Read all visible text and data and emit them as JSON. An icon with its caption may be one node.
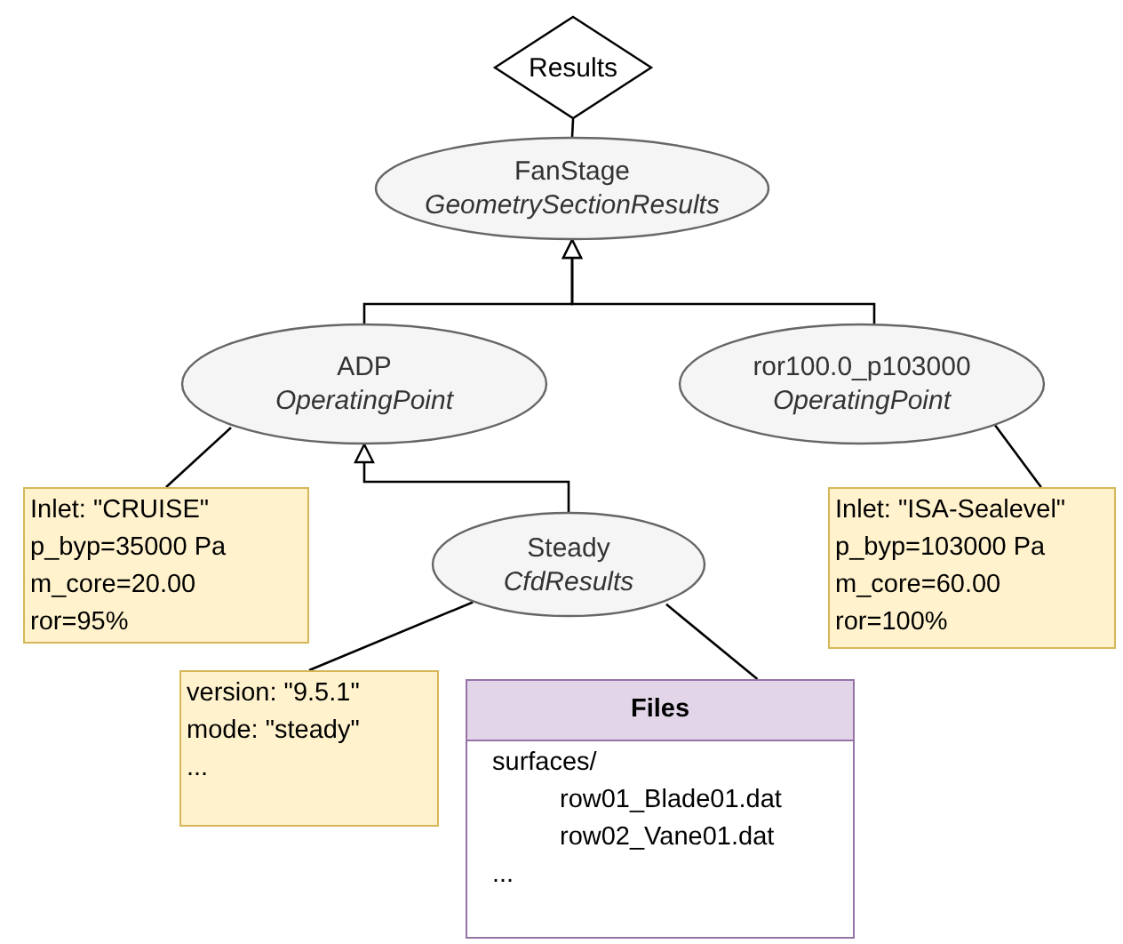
{
  "diagram": {
    "nodes": [
      {
        "text": [
          "Results"
        ]
      },
      {
        "text": [
          "FanStage",
          "GeometrySectionResults"
        ]
      },
      {
        "text": [
          "ADP",
          "OperatingPoint"
        ]
      },
      {
        "text": [
          "ror100.0_p103000",
          "OperatingPoint"
        ]
      },
      {
        "text": [
          "Inlet: \"CRUISE\"",
          "p_byp=35000 Pa",
          "m_core=20.00",
          "ror=95%"
        ]
      },
      {
        "text": [
          "Steady",
          "CfdResults"
        ]
      },
      {
        "text": [
          "Inlet: \"ISA-Sealevel\"",
          "p_byp=103000 Pa",
          "m_core=60.00",
          "ror=100%"
        ]
      },
      {
        "text": [
          "version: \"9.5.1\"",
          "mode: \"steady\"",
          "..."
        ]
      },
      {
        "text": [
          "Files",
          "surfaces/",
          "row01_Blade01.dat",
          "row02_Vane01.dat",
          "..."
        ]
      }
    ],
    "edges": [
      {
        "from": 0,
        "to": 1,
        "arrow": "none"
      },
      {
        "from": 2,
        "to": 1,
        "arrow": "to"
      },
      {
        "from": 3,
        "to": 1,
        "arrow": "to"
      },
      {
        "from": 2,
        "to": 4,
        "arrow": "none"
      },
      {
        "from": 5,
        "to": 2,
        "arrow": "to"
      },
      {
        "from": 3,
        "to": 6,
        "arrow": "none"
      },
      {
        "from": 5,
        "to": 7,
        "arrow": "none"
      },
      {
        "from": 5,
        "to": 8,
        "arrow": "none"
      }
    ]
  }
}
